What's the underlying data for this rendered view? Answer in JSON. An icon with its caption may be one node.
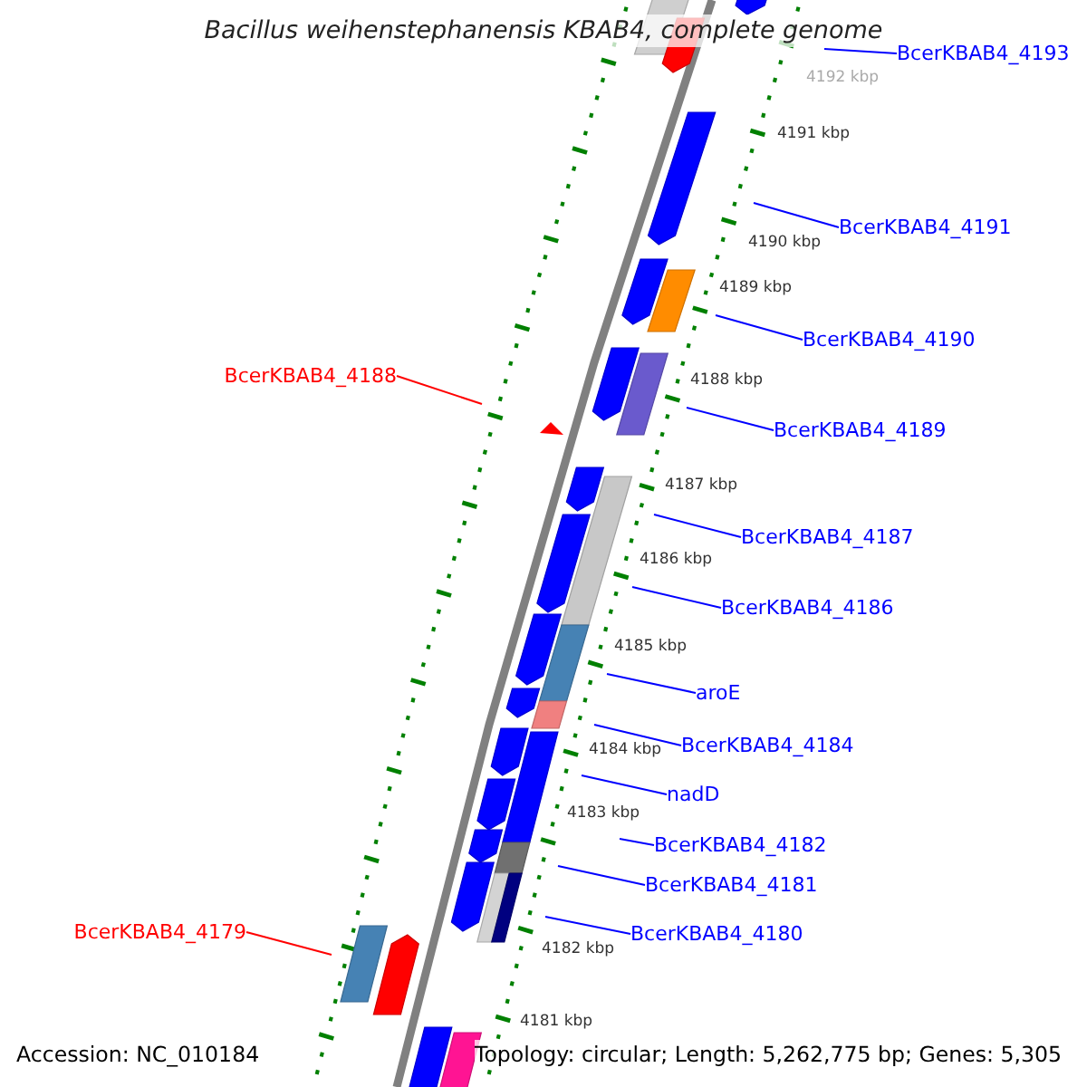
{
  "diagram": {
    "title": "Bacillus weihenstephanensis KBAB4, complete genome",
    "nodes": [
      {
        "text": [
          "BcerKBAB4_4193"
        ]
      },
      {
        "text": [
          "BcerKBAB4_4191"
        ]
      },
      {
        "text": [
          "BcerKBAB4_4190"
        ]
      },
      {
        "text": [
          "BcerKBAB4_4188"
        ]
      },
      {
        "text": [
          "BcerKBAB4_4189"
        ]
      },
      {
        "text": [
          "BcerKBAB4_4187"
        ]
      },
      {
        "text": [
          "BcerKBAB4_4186"
        ]
      },
      {
        "text": [
          "aroE"
        ]
      },
      {
        "text": [
          "BcerKBAB4_4184"
        ]
      },
      {
        "text": [
          "nadD"
        ]
      },
      {
        "text": [
          "BcerKBAB4_4182"
        ]
      },
      {
        "text": [
          "BcerKBAB4_4181"
        ]
      },
      {
        "text": [
          "BcerKBAB4_4180"
        ]
      },
      {
        "text": [
          "BcerKBAB4_4179"
        ]
      }
    ],
    "edges": [
      {
        "from": 0,
        "to": null,
        "arrow": "none"
      },
      {
        "from": 1,
        "to": null,
        "arrow": "none"
      },
      {
        "from": 2,
        "to": null,
        "arrow": "none"
      },
      {
        "from": 3,
        "to": null,
        "arrow": "none",
        "color": "#ff0000"
      },
      {
        "from": 4,
        "to": null,
        "arrow": "none"
      },
      {
        "from": 5,
        "to": null,
        "arrow": "none"
      },
      {
        "from": 6,
        "to": null,
        "arrow": "none"
      },
      {
        "from": 7,
        "to": null,
        "arrow": "none"
      },
      {
        "from": 8,
        "to": null,
        "arrow": "none"
      },
      {
        "from": 9,
        "to": null,
        "arrow": "none"
      },
      {
        "from": 10,
        "to": null,
        "arrow": "none"
      },
      {
        "from": 11,
        "to": null,
        "arrow": "none"
      },
      {
        "from": 12,
        "to": null,
        "arrow": "none"
      },
      {
        "from": 13,
        "to": null,
        "arrow": "none",
        "color": "#ff0000"
      }
    ],
    "labels": [
      "4192 kbp",
      "4191 kbp",
      "4190 kbp",
      "4189 kbp",
      "4188 kbp",
      "4187 kbp",
      "4186 kbp",
      "4185 kbp",
      "4184 kbp",
      "4183 kbp",
      "4182 kbp",
      "4181 kbp",
      "Accession: NC_010184",
      "Topology: circular; Length: 5,262,775 bp; Genes: 5,305"
    ]
  }
}
